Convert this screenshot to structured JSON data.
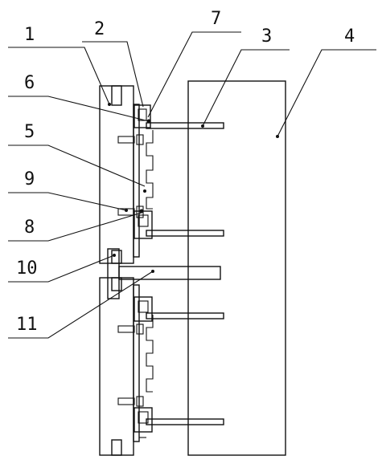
{
  "figure": {
    "labels": [
      "1",
      "2",
      "7",
      "3",
      "4",
      "6",
      "5",
      "9",
      "8",
      "10",
      "11"
    ]
  }
}
